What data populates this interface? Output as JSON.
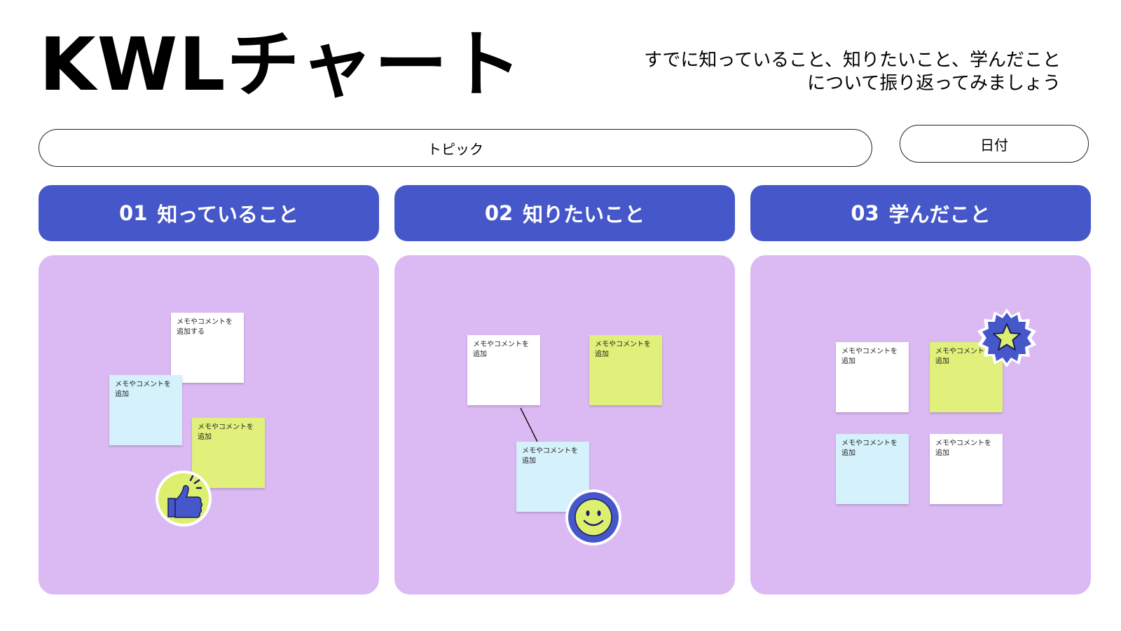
{
  "header": {
    "title": "KWLチャート",
    "subtitle_line1": "すでに知っていること、知りたいこと、学んだこと",
    "subtitle_line2": "について振り返ってみましょう"
  },
  "fields": {
    "topic_label": "トピック",
    "date_label": "日付"
  },
  "columns": [
    {
      "number": "01",
      "title": "知っていること",
      "notes": [
        {
          "line1": "メモやコメントを",
          "line2": "追加する",
          "color": "#ffffff"
        },
        {
          "line1": "メモやコメントを",
          "line2": "追加",
          "color": "#d5f1fb"
        },
        {
          "line1": "メモやコメントを",
          "line2": "追加",
          "color": "#e0f07a"
        }
      ],
      "sticker_icon": "thumbs-up-icon"
    },
    {
      "number": "02",
      "title": "知りたいこと",
      "notes": [
        {
          "line1": "メモやコメントを",
          "line2": "追加",
          "color": "#ffffff"
        },
        {
          "line1": "メモやコメントを",
          "line2": "追加",
          "color": "#e0f07a"
        },
        {
          "line1": "メモやコメントを",
          "line2": "追加",
          "color": "#d5f1fb"
        }
      ],
      "sticker_icon": "smiley-face-icon"
    },
    {
      "number": "03",
      "title": "学んだこと",
      "notes": [
        {
          "line1": "メモやコメントを",
          "line2": "追加",
          "color": "#ffffff"
        },
        {
          "line1": "メモやコメントを",
          "line2": "追加",
          "color": "#e0f07a"
        },
        {
          "line1": "メモやコメントを",
          "line2": "追加",
          "color": "#d5f1fb"
        },
        {
          "line1": "メモやコメントを",
          "line2": "追加",
          "color": "#ffffff"
        }
      ],
      "sticker_icon": "star-badge-icon"
    }
  ],
  "colors": {
    "header_blue": "#4557c9",
    "panel_purple": "#dbbaf3",
    "note_white": "#ffffff",
    "note_blue": "#d5f1fb",
    "note_green": "#e0f07a",
    "sticker_lime": "#dcef6e"
  }
}
